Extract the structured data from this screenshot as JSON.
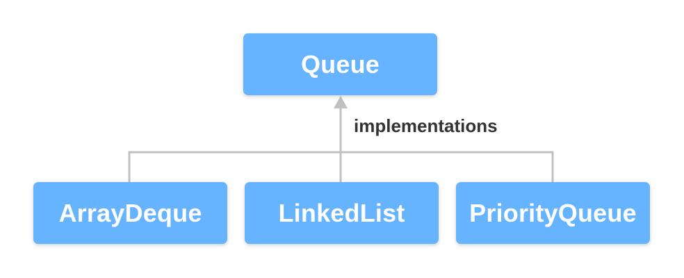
{
  "diagram": {
    "parent": {
      "label": "Queue"
    },
    "relation_label": "implementations",
    "children": [
      {
        "label": "ArrayDeque"
      },
      {
        "label": "LinkedList"
      },
      {
        "label": "PriorityQueue"
      }
    ],
    "colors": {
      "box_fill": "#66b3ff",
      "box_text": "#ffffff",
      "connector": "#c0c0c0",
      "label_text": "#333333"
    }
  }
}
